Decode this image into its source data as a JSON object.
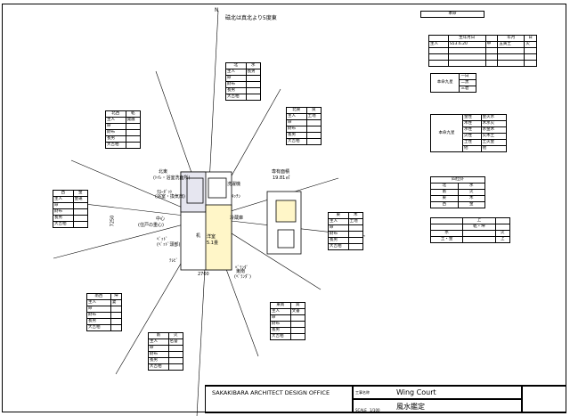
{
  "north_label": "N",
  "top_note": "磁北は真北より5度東",
  "plan": {
    "area_label": "専有面積",
    "area_value": "19.81㎡",
    "width_dim": "2700",
    "height_dim": "7250",
    "labels": [
      "北東",
      "(ﾄｲﾚ・浴室洗面所)",
      "ｸﾛｰｾﾞｯﾄ",
      "(浴室・換気扇)",
      "ｷｯﾁﾝ",
      "洗濯機",
      "冷蔵庫",
      "中心",
      "(住戸の重心)",
      "ﾍﾞｯﾄﾞ",
      "(ﾍﾞｯﾄﾞ頭部)",
      "ﾃﾚﾋﾞ",
      "机",
      "ﾍﾞﾗﾝﾀﾞ",
      "東南",
      "(ﾍﾞﾗﾝﾀﾞ)",
      "洋室",
      "5.1畳"
    ]
  },
  "direction_tables": [
    {
      "name": "north",
      "header": [
        "北",
        "水"
      ],
      "rows": [
        [
          "主人",
          "長男"
        ],
        [
          "命",
          ""
        ],
        [
          "財布",
          ""
        ],
        [
          "長男",
          ""
        ],
        [
          "大吉相",
          ""
        ]
      ]
    },
    {
      "name": "northeast",
      "header": [
        "北東",
        "艮"
      ],
      "rows": [
        [
          "主人",
          "土地"
        ],
        [
          "命",
          ""
        ],
        [
          "財布",
          ""
        ],
        [
          "長男",
          ""
        ],
        [
          "大吉相",
          ""
        ]
      ]
    },
    {
      "name": "east",
      "header": [
        "東",
        "木"
      ],
      "rows": [
        [
          "主人",
          "土地"
        ],
        [
          "命",
          ""
        ],
        [
          "財布",
          ""
        ],
        [
          "長男",
          ""
        ],
        [
          "大吉相",
          ""
        ]
      ]
    },
    {
      "name": "southeast",
      "header": [
        "東南",
        "巽"
      ],
      "rows": [
        [
          "主人",
          "文書"
        ],
        [
          "命",
          ""
        ],
        [
          "財布",
          ""
        ],
        [
          "長男",
          ""
        ],
        [
          "大吉相",
          ""
        ]
      ]
    },
    {
      "name": "south",
      "header": [
        "南",
        "火"
      ],
      "rows": [
        [
          "主人",
          "名誉"
        ],
        [
          "命",
          ""
        ],
        [
          "財布",
          ""
        ],
        [
          "長男",
          ""
        ],
        [
          "大吉相",
          ""
        ]
      ]
    },
    {
      "name": "southwest",
      "header": [
        "南西",
        "坤"
      ],
      "rows": [
        [
          "主人",
          "妻"
        ],
        [
          "命",
          ""
        ],
        [
          "財布",
          ""
        ],
        [
          "長男",
          ""
        ],
        [
          "大吉相",
          ""
        ]
      ]
    },
    {
      "name": "west",
      "header": [
        "西",
        "金"
      ],
      "rows": [
        [
          "主人",
          "金運"
        ],
        [
          "命",
          ""
        ],
        [
          "財布",
          ""
        ],
        [
          "長男",
          ""
        ],
        [
          "大吉相",
          ""
        ]
      ]
    },
    {
      "name": "northwest",
      "header": [
        "北西",
        "乾"
      ],
      "rows": [
        [
          "主人",
          "発展"
        ],
        [
          "命",
          ""
        ],
        [
          "財布",
          ""
        ],
        [
          "長男",
          ""
        ],
        [
          "大吉相",
          ""
        ]
      ]
    }
  ],
  "side": {
    "info_title": "本命",
    "info_header": [
      "生年月日",
      "",
      "年月",
      "日"
    ],
    "info_row": [
      "主人",
      "S53.6.20",
      "申",
      "五黄土",
      "火"
    ],
    "kyusei_label": "本命九星",
    "kyusei_rows": [
      "一白",
      "二黒",
      "三碧"
    ],
    "kasei_label": "本命九星",
    "kasei_rows": [
      [
        "金性",
        "金火水"
      ],
      [
        "木性",
        "木水火"
      ],
      [
        "水性",
        "水金木"
      ],
      [
        "火性",
        "火木土"
      ],
      [
        "土性",
        "土火金"
      ],
      [
        "他",
        "他"
      ]
    ],
    "small_grid_title": "四位卦",
    "small_grid": [
      [
        "北",
        "水"
      ],
      [
        "南",
        "火"
      ],
      [
        "東",
        "木"
      ],
      [
        "西",
        "金"
      ]
    ],
    "bagua_top": [
      "上",
      "乾・坤"
    ],
    "bagua_mid": [
      "水",
      "火"
    ],
    "bagua_bot": [
      "土・金",
      "上"
    ]
  },
  "title_block": {
    "office": "SAKAKIBARA ARCHITECT DESIGN OFFICE",
    "project_label": "工事名称",
    "project": "Wing Court",
    "drawing_label": "図面名称",
    "drawing": "風水鑑定",
    "scale_label": "SCALE",
    "scale": "1/100"
  }
}
